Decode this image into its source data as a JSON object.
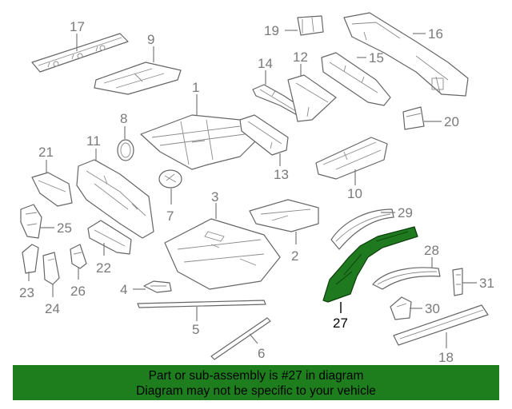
{
  "highlight_color": "#1e7e1e",
  "highlighted_part": "27",
  "callouts": {
    "c1": "1",
    "c2": "2",
    "c3": "3",
    "c4": "4",
    "c5": "5",
    "c6": "6",
    "c7": "7",
    "c8": "8",
    "c9": "9",
    "c10": "10",
    "c11": "11",
    "c12": "12",
    "c13": "13",
    "c14": "14",
    "c15": "15",
    "c16": "16",
    "c17": "17",
    "c18": "18",
    "c19": "19",
    "c20": "20",
    "c21": "21",
    "c22": "22",
    "c23": "23",
    "c24": "24",
    "c25": "25",
    "c26": "26",
    "c27": "27",
    "c28": "28",
    "c29": "29",
    "c30": "30",
    "c31": "31"
  },
  "banner": {
    "line1": "Part or sub-assembly is #27 in diagram",
    "line2": "Diagram may not be specific to your vehicle"
  }
}
